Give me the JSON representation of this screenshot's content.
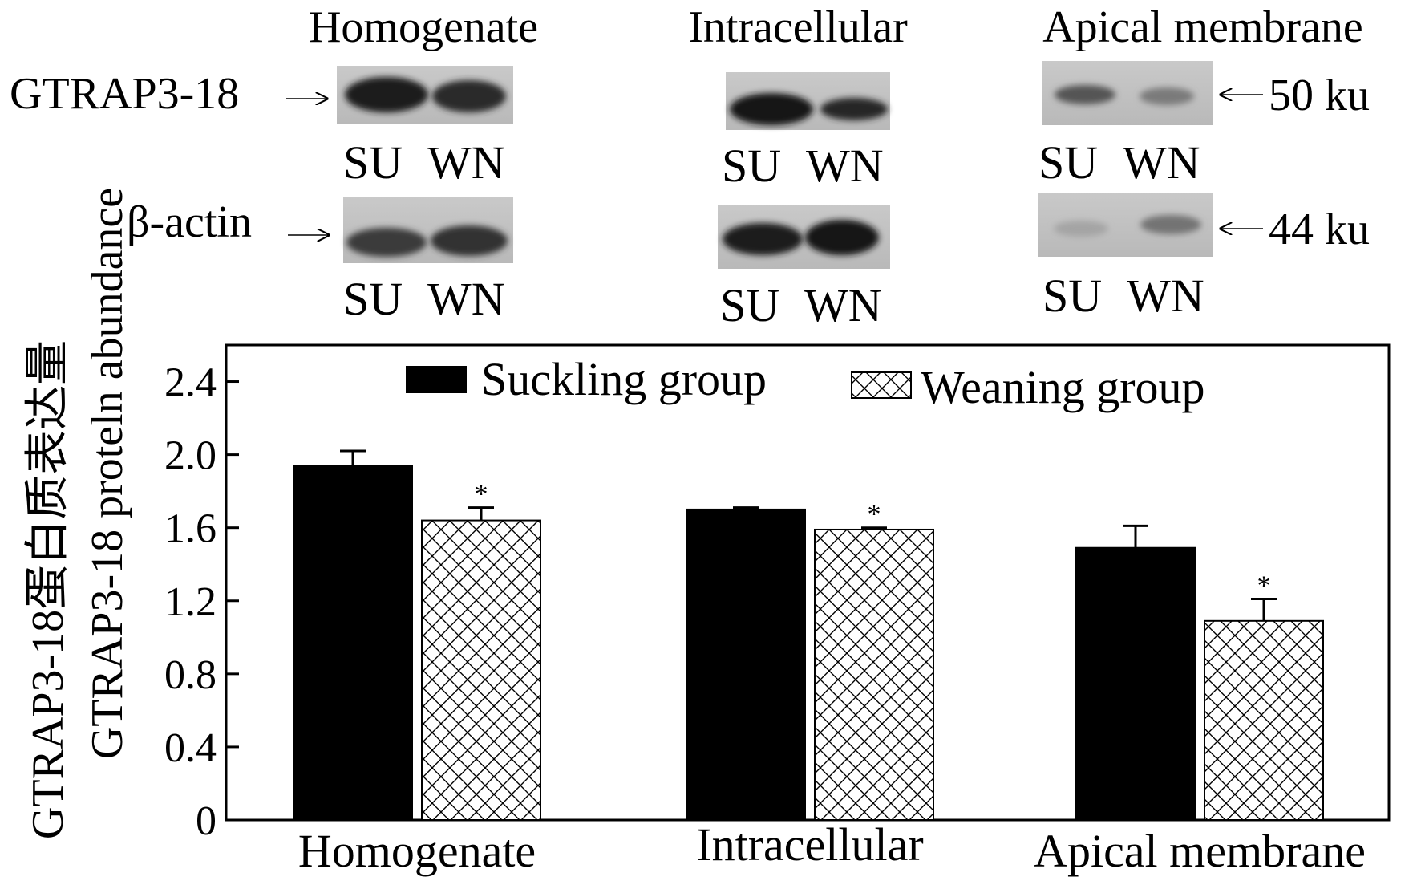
{
  "blot_panel": {
    "columns": [
      {
        "title": "Homogenate"
      },
      {
        "title": "Intracellular"
      },
      {
        "title": "Apical membrane"
      }
    ],
    "lane_labels": [
      "SU",
      "WN"
    ],
    "rows": [
      {
        "label": "GTRAP3-18",
        "mass": "50 ku"
      },
      {
        "label": "β-actin",
        "mass": "44 ku"
      }
    ]
  },
  "chart_data": {
    "type": "bar",
    "categories": [
      "Homogenate",
      "Intracellular",
      "Apical membrane"
    ],
    "series": [
      {
        "name": "Suckling group",
        "values": [
          1.94,
          1.7,
          1.49
        ],
        "errors": [
          0.08,
          0.01,
          0.12
        ],
        "significant": [
          false,
          false,
          false
        ],
        "fill": "solid"
      },
      {
        "name": "Weaning group",
        "values": [
          1.64,
          1.59,
          1.09
        ],
        "errors": [
          0.07,
          0.01,
          0.12
        ],
        "significant": [
          true,
          true,
          true
        ],
        "fill": "crosshatch"
      }
    ],
    "ylabel_lines": [
      "GTRAP3-18蛋白质表达量",
      "GTRAP3-18 proteln abundance"
    ],
    "ylim": [
      0,
      2.6
    ],
    "yticks": [
      0,
      0.4,
      0.8,
      1.2,
      1.6,
      2.0,
      2.4
    ],
    "ytick_labels": [
      "0",
      "0.4",
      "0.8",
      "1.2",
      "1.6",
      "2.0",
      "2.4"
    ],
    "significance_marker": "*",
    "legend_position": "top",
    "colors": {
      "suckling": "#000000",
      "weaning_hatch": "#000000",
      "background": "#ffffff"
    }
  }
}
